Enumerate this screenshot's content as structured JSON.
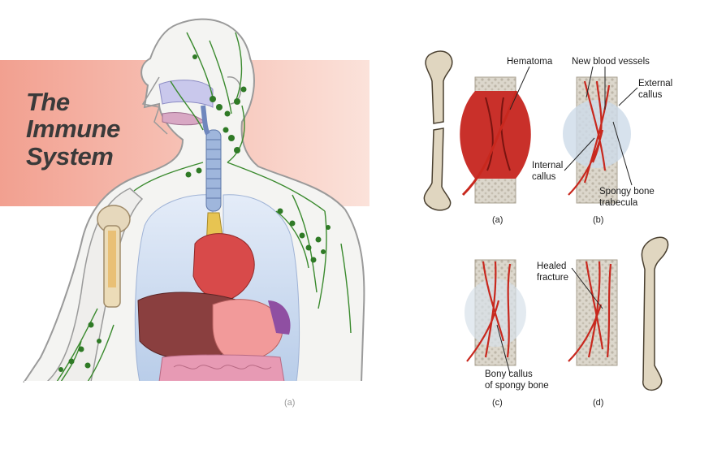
{
  "immune": {
    "title_line1": "The",
    "title_line2": "Immune",
    "title_line3": "System",
    "caption": "(a)"
  },
  "fracture": {
    "hematoma": "Hematoma",
    "new_vessels": "New blood vessels",
    "external_callus_1": "External",
    "external_callus_2": "callus",
    "internal_callus_1": "Internal",
    "internal_callus_2": "callus",
    "spongy_1": "Spongy bone",
    "spongy_2": "trabecula",
    "healed_1": "Healed",
    "healed_2": "fracture",
    "bony_1": "Bony callus",
    "bony_2": "of spongy bone",
    "panel_a": "(a)",
    "panel_b": "(b)",
    "panel_c": "(c)",
    "panel_d": "(d)"
  },
  "colors": {
    "banner": "#f2a898",
    "skin": "#f4f4f2",
    "lymph": "#3a8a2e",
    "lung": "#c9d9ee",
    "heart": "#d84a4a",
    "liver": "#8a3f3f",
    "bone": "#e0d6c0",
    "vessel": "#c8281e"
  }
}
